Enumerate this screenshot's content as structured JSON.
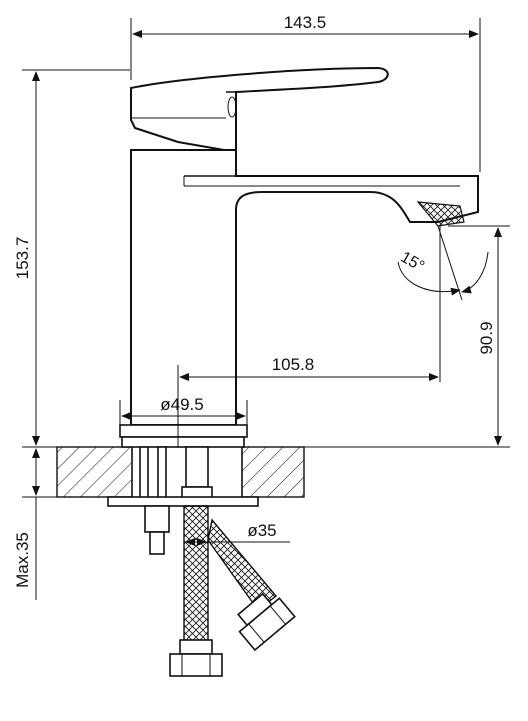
{
  "dimensions": {
    "overall_width": "143.5",
    "overall_height": "153.7",
    "spout_height": "90.9",
    "spout_reach": "105.8",
    "base_diameter": "ø49.5",
    "mount_diameter": "ø35",
    "max_thickness": "Max.35",
    "spout_angle": "15°"
  }
}
